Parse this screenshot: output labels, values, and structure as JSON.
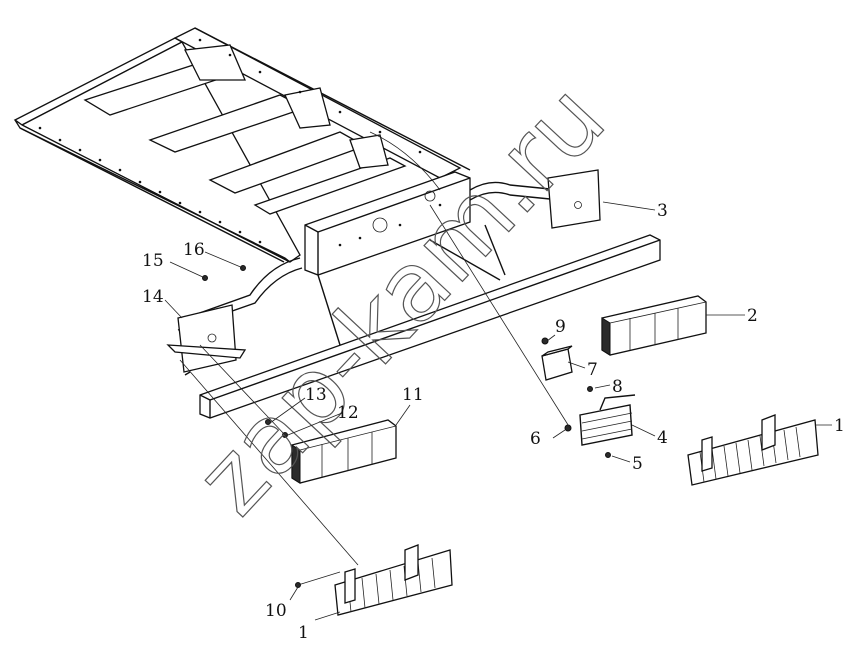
{
  "watermark": "zap-kam.ru",
  "callouts": [
    {
      "id": "c1a",
      "text": "1"
    },
    {
      "id": "c1b",
      "text": "1"
    },
    {
      "id": "c2",
      "text": "2"
    },
    {
      "id": "c3",
      "text": "3"
    },
    {
      "id": "c4",
      "text": "4"
    },
    {
      "id": "c5",
      "text": "5"
    },
    {
      "id": "c6",
      "text": "6"
    },
    {
      "id": "c7",
      "text": "7"
    },
    {
      "id": "c8",
      "text": "8"
    },
    {
      "id": "c9",
      "text": "9"
    },
    {
      "id": "c10",
      "text": "10"
    },
    {
      "id": "c11",
      "text": "11"
    },
    {
      "id": "c12",
      "text": "12"
    },
    {
      "id": "c13",
      "text": "13"
    },
    {
      "id": "c14",
      "text": "14"
    },
    {
      "id": "c15",
      "text": "15"
    },
    {
      "id": "c16",
      "text": "16"
    }
  ]
}
